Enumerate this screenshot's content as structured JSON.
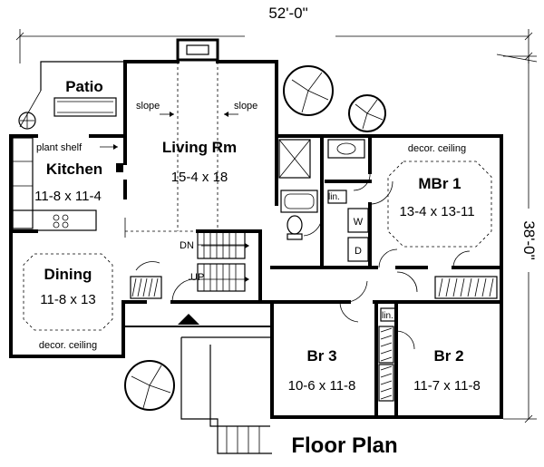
{
  "plan": {
    "overall_width": "52'-0\"",
    "overall_depth": "38'-0\"",
    "title": "Floor Plan"
  },
  "rooms": {
    "patio": {
      "name": "Patio"
    },
    "kitchen": {
      "name": "Kitchen",
      "size": "11-8 x 11-4",
      "note": "plant shelf"
    },
    "living": {
      "name": "Living Rm",
      "size": "15-4 x 18",
      "slope_left": "slope",
      "slope_right": "slope"
    },
    "dining": {
      "name": "Dining",
      "size": "11-8 x 13",
      "note": "decor. ceiling"
    },
    "mbr1": {
      "name": "MBr 1",
      "size": "13-4 x 13-11",
      "note": "decor. ceiling"
    },
    "br3": {
      "name": "Br 3",
      "size": "10-6 x 11-8"
    },
    "br2": {
      "name": "Br 2",
      "size": "11-7 x 11-8"
    }
  },
  "labels": {
    "linen_upper": "lin.",
    "linen_lower": "lin.",
    "washer": "W",
    "dryer": "D",
    "stair_down": "DN",
    "stair_up": "UP"
  }
}
